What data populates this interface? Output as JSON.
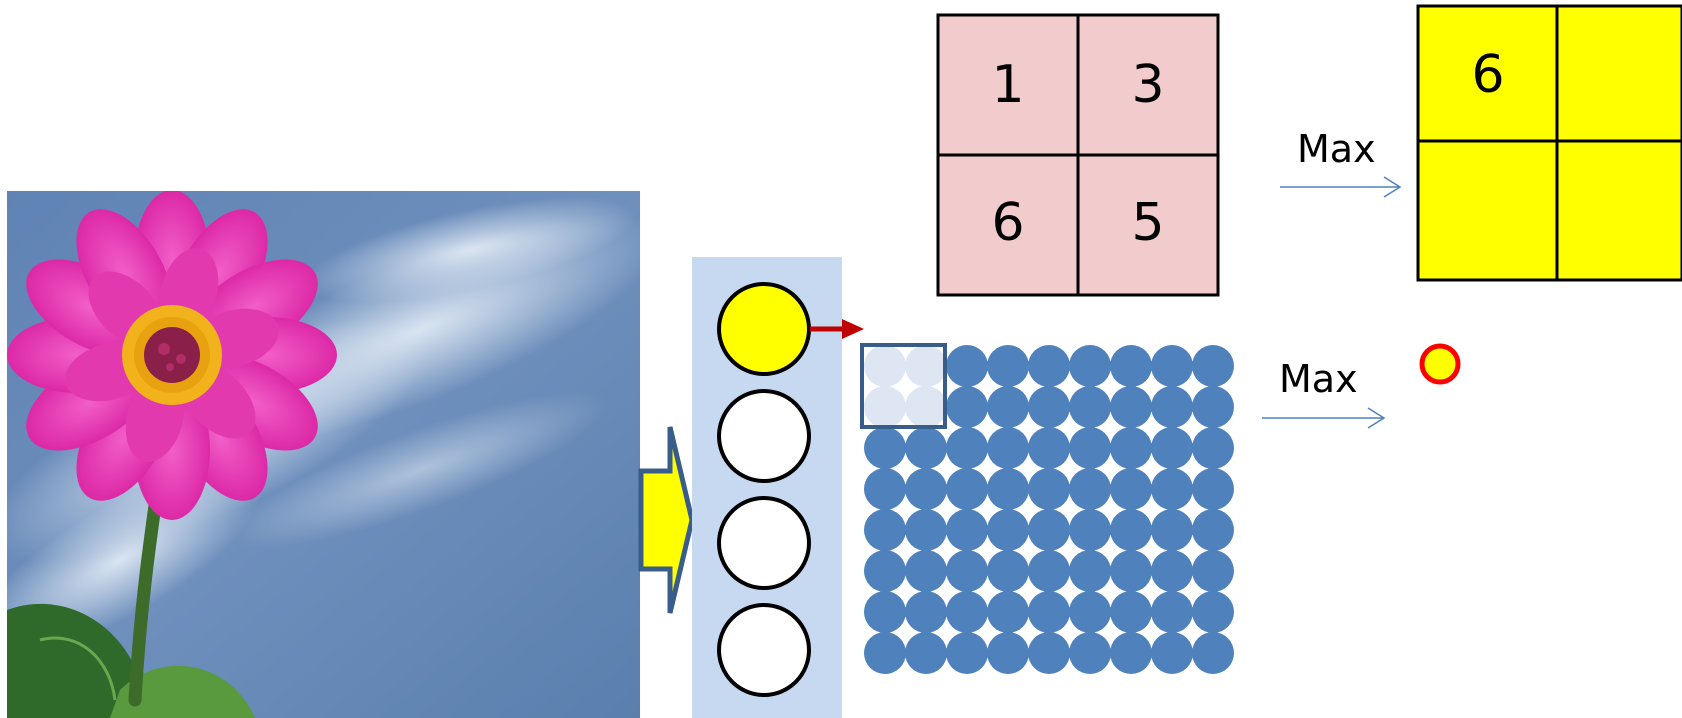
{
  "colors": {
    "neuron_fill": "#4f81bd",
    "active_neuron_fill": "#ffff00",
    "pool_input_fill": "#f2cccc",
    "pool_output_fill": "#ffff00",
    "column_bg": "#c6d9f1",
    "pooling_window_stroke": "#385d8a",
    "connector_arrow": "#c00000",
    "flow_arrow_fill": "#ffff00",
    "flow_arrow_stroke": "#385d8a",
    "max_arrow": "#4f81bd",
    "output_dot_stroke": "#ff0000"
  },
  "input_image": {
    "description_icon": "flower-photo"
  },
  "filter_column": {
    "neuron_count": 4,
    "active_index": 0
  },
  "feature_map": {
    "rows": 8,
    "cols": 9
  },
  "pool_input": {
    "cells": [
      "1",
      "3",
      "6",
      "5"
    ]
  },
  "pool_output": {
    "cells": [
      "6",
      "",
      "",
      ""
    ]
  },
  "labels": {
    "max_top": "Max",
    "max_bottom": "Max"
  }
}
